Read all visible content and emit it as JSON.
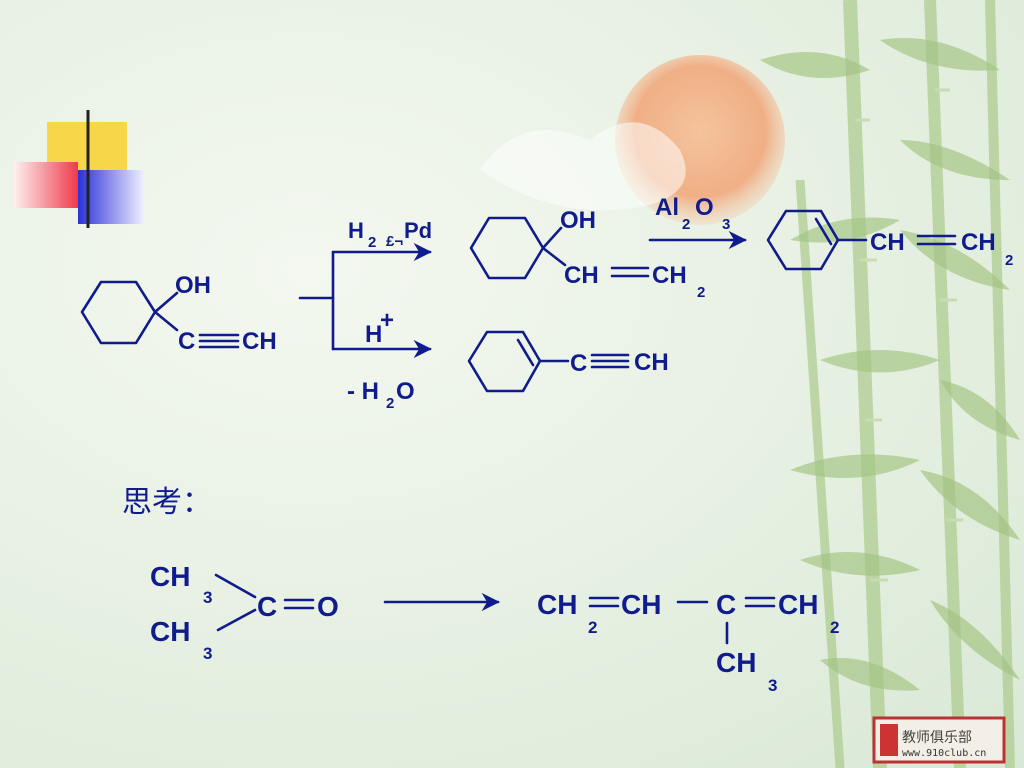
{
  "colors": {
    "ink": "#101c8c",
    "background": "#e6f0e2",
    "sun": "#f2a070",
    "bamboo": "#9ec07a",
    "deco_yellow": "#f7d64a",
    "deco_red": "#ee4d5a",
    "deco_blue": "#3a3fd6"
  },
  "reaction1": {
    "start": {
      "oh": "OH",
      "c": "C",
      "ch": "CH"
    },
    "upper_reagent": {
      "h": "H",
      "h_sub": "2",
      "cat": "Pd",
      "sym": "£¬"
    },
    "lower_reagent": {
      "h": "H",
      "plus": "+",
      "water": "- H",
      "water_sub": "2",
      "water_o": "O"
    },
    "upper_product": {
      "oh": "OH",
      "ch": "CH",
      "ch2": "CH",
      "ch2_sub": "2"
    },
    "dehydrating_agent": {
      "al": "Al",
      "al_sub": "2",
      "o": "O",
      "o_sub": "3"
    },
    "final_product": {
      "ch": "CH",
      "ch2": "CH",
      "ch2_sub": "2"
    },
    "lower_product": {
      "c": "C",
      "ch": "CH"
    }
  },
  "think_label": "思考：",
  "reaction2": {
    "reactant": {
      "ch3_top": "CH",
      "ch3_top_sub": "3",
      "ch3_bot": "CH",
      "ch3_bot_sub": "3",
      "carbonyl_c": "C",
      "carbonyl_o": "O"
    },
    "product": {
      "ch2": "CH",
      "ch2_sub": "2",
      "ch": "CH",
      "c": "C",
      "ch2b": "CH",
      "ch2b_sub": "2",
      "methyl": "CH",
      "methyl_sub": "3"
    }
  },
  "watermark": {
    "title": "教师俱乐部",
    "url": "www.910club.cn"
  }
}
